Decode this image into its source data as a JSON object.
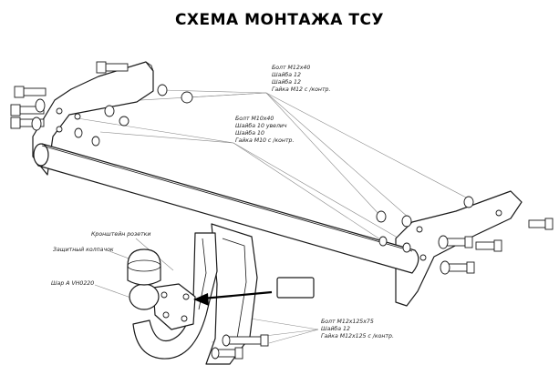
{
  "title": "СХЕМА МОНТАЖА ТСУ",
  "callouts": {
    "top_group": [
      "Болт М12х40",
      "Шайба 12",
      "Шайба 12",
      "Гайка М12 с /контр."
    ],
    "middle_group": [
      "Болт М10х40",
      "Шайба 10 увелич",
      "Шайба 10",
      "Гайка М10 с /контр."
    ],
    "bracket_label": "Кронштейн розетки",
    "cap_label": "Защитный колпачок",
    "ball_label": "Шар А VH0220",
    "bottom_group": [
      "Болт М12х125х75",
      "Шайба 12",
      "Гайка М12х125 с /контр."
    ]
  }
}
